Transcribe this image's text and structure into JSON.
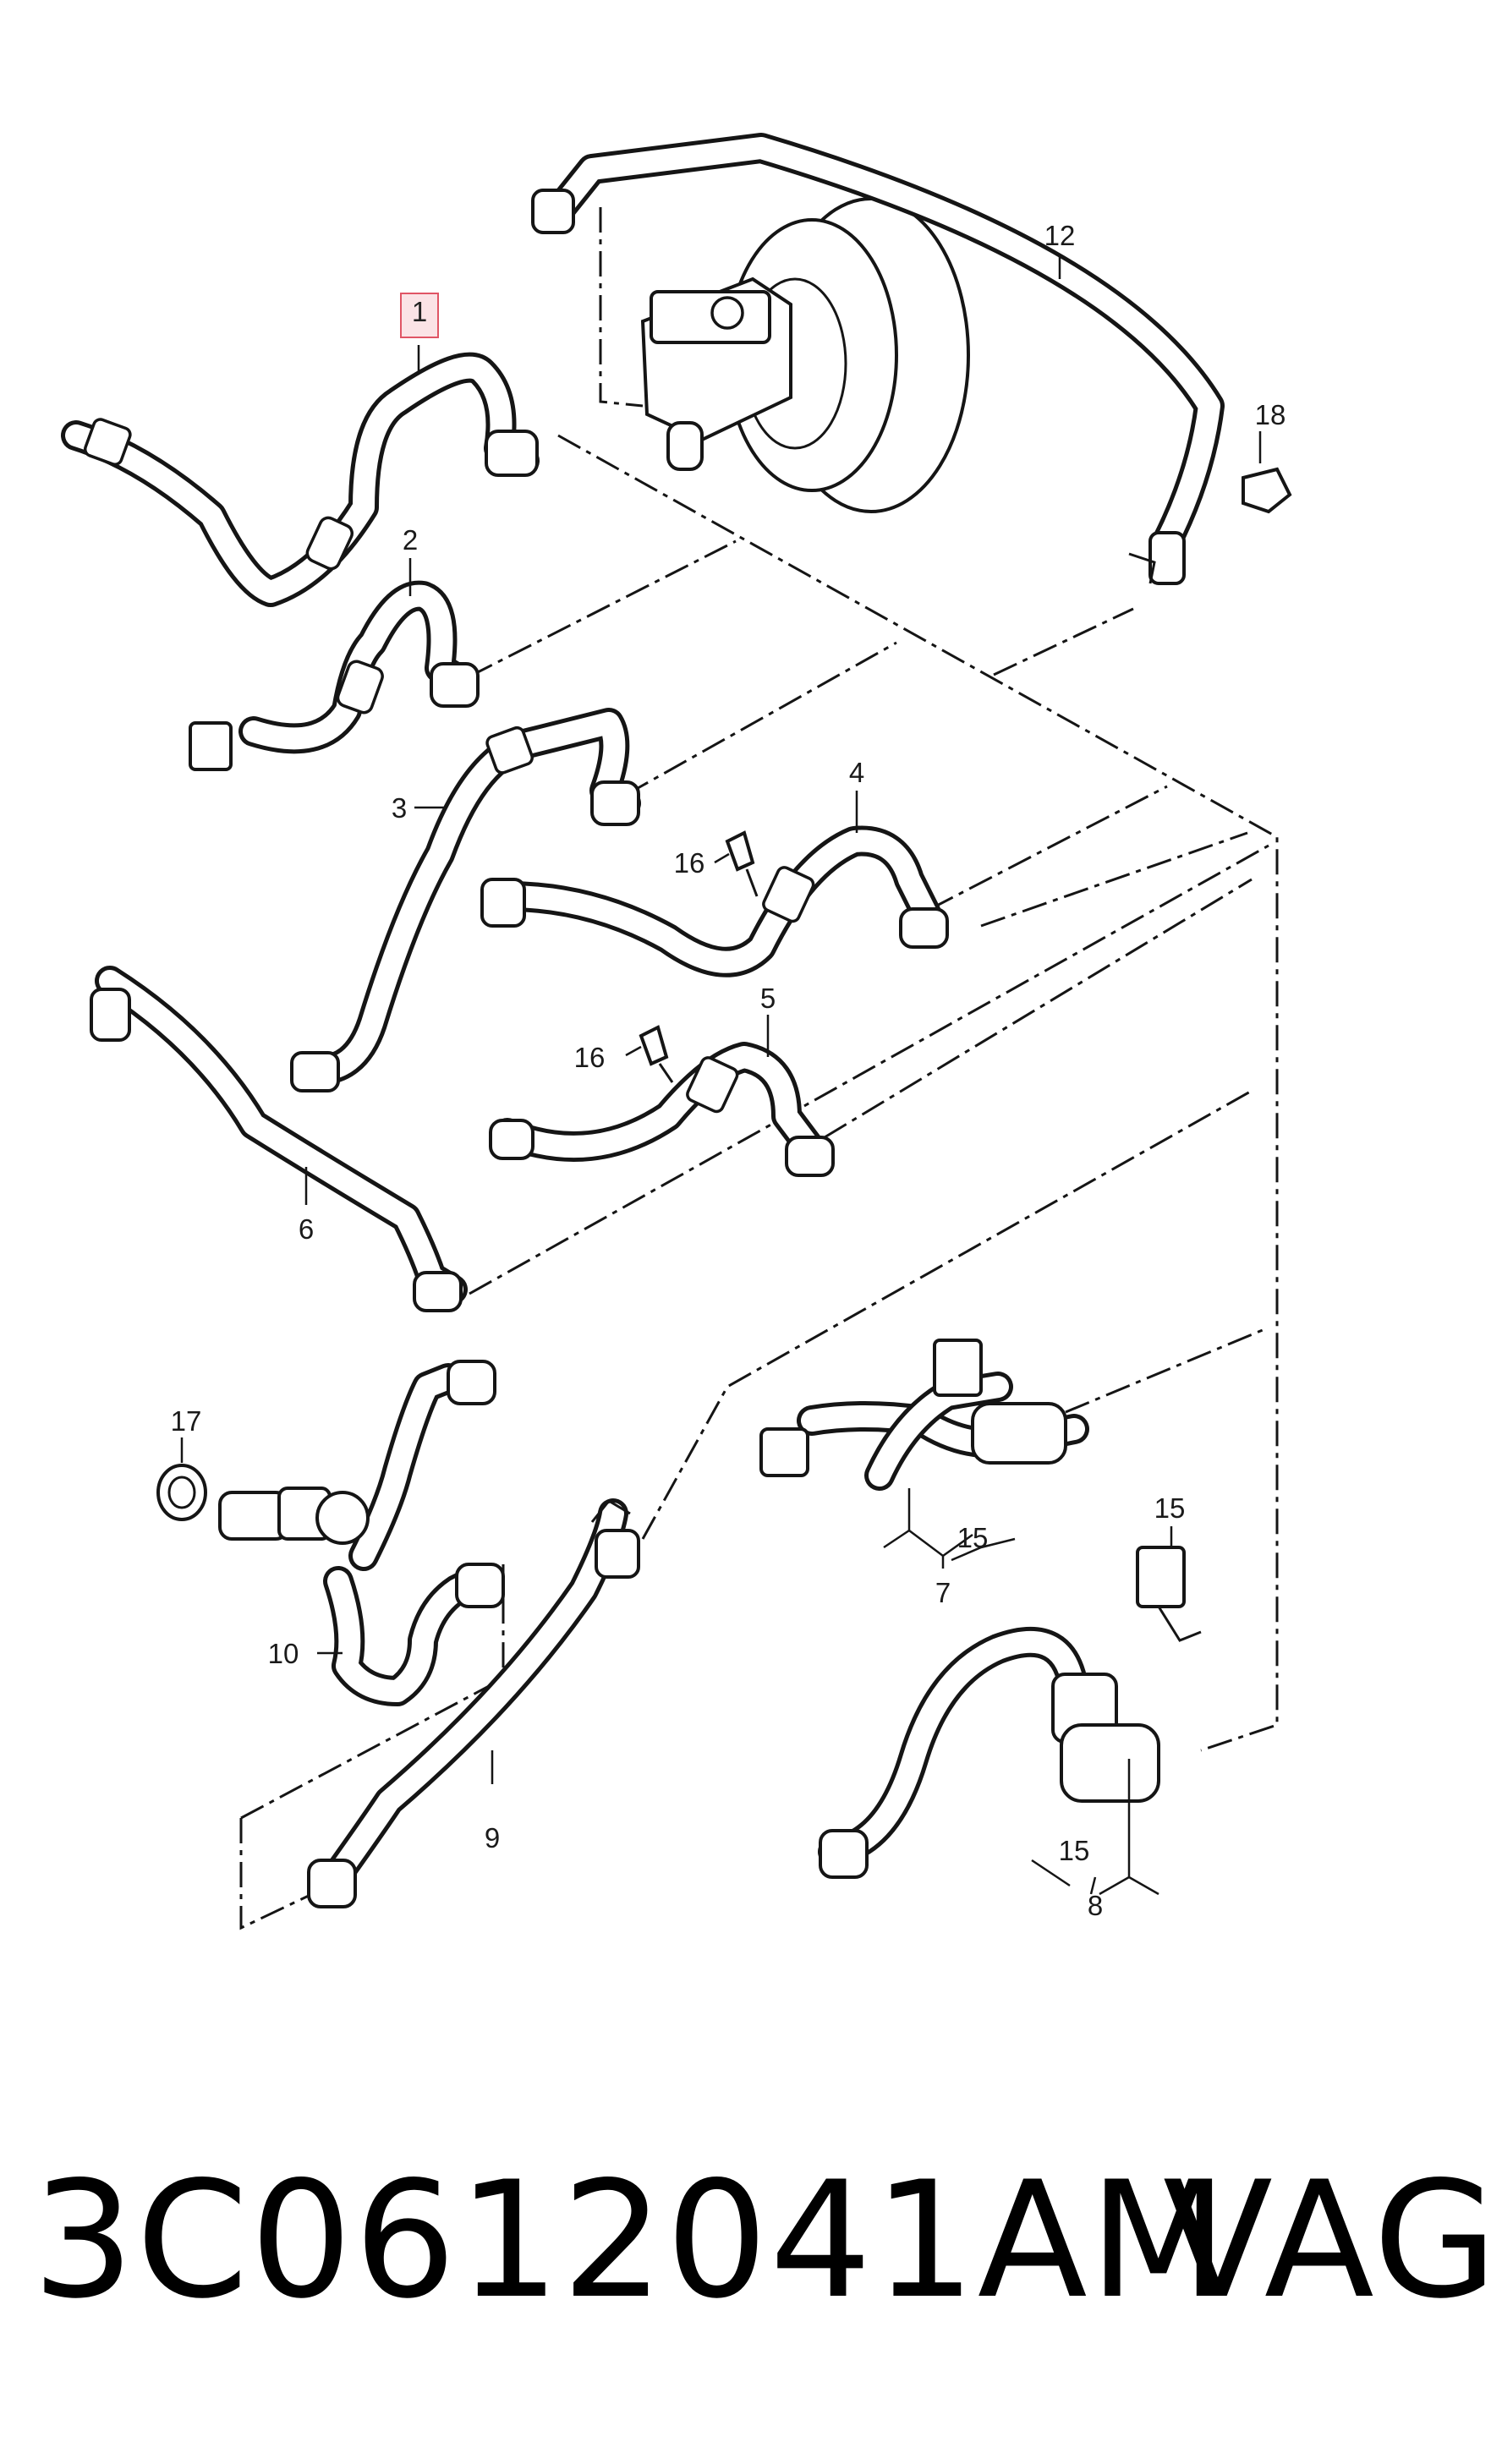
{
  "highlighted_callout": "1",
  "callouts": [
    "2",
    "3",
    "4",
    "5",
    "6",
    "7",
    "8",
    "9",
    "10",
    "12",
    "15",
    "15",
    "15",
    "16",
    "16",
    "17",
    "18"
  ],
  "footer": {
    "part_number": "3C0612041AM",
    "brand": "VAG"
  },
  "colors": {
    "highlight_border": "#e05565",
    "highlight_fill": "#fbe3e6",
    "line": "#151515"
  }
}
